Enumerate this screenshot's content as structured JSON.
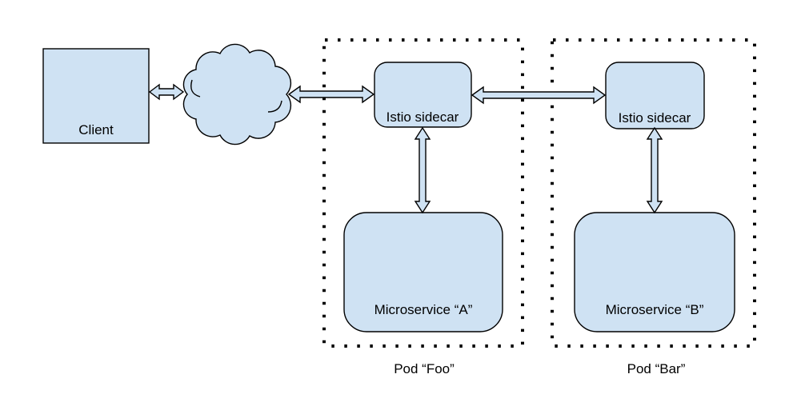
{
  "colors": {
    "canvas_bg": "#ffffff",
    "shape_fill": "#cfe2f3",
    "shape_stroke": "#000000",
    "pod_border": "#000000",
    "text": "#000000"
  },
  "diagram": {
    "client": {
      "label": "Client"
    },
    "cloud_shape": "network-cloud",
    "pods": [
      {
        "label": "Pod “Foo”",
        "sidecar": "Istio sidecar",
        "microservice": "Microservice “A”"
      },
      {
        "label": "Pod “Bar”",
        "sidecar": "Istio sidecar",
        "microservice": "Microservice “B”"
      }
    ]
  }
}
